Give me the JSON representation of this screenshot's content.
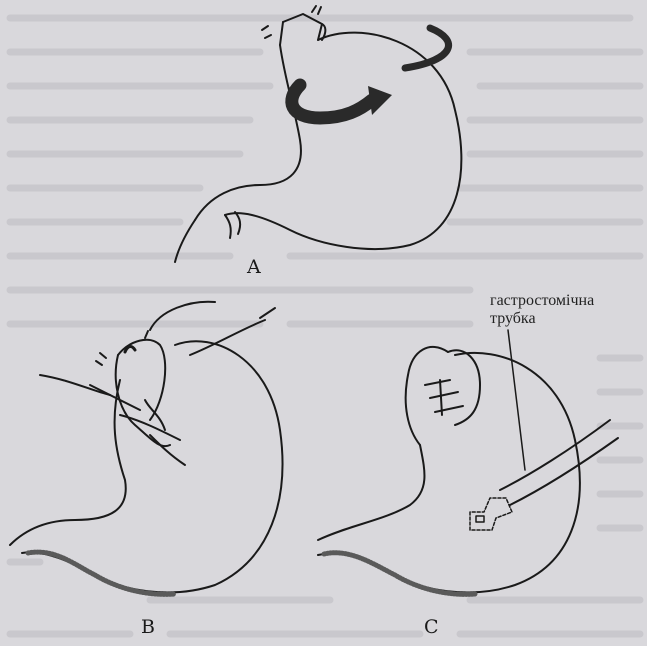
{
  "labels": {
    "panel_a": "A",
    "panel_b": "B",
    "panel_c": "C"
  },
  "annotation": {
    "line1": "гастростомічна",
    "line2": "трубка"
  },
  "colors": {
    "background": "#d9d8dc",
    "ink": "#1a1a1a",
    "faded_text": "#bcbbc0",
    "arrow_fill": "#2a2a2a"
  }
}
